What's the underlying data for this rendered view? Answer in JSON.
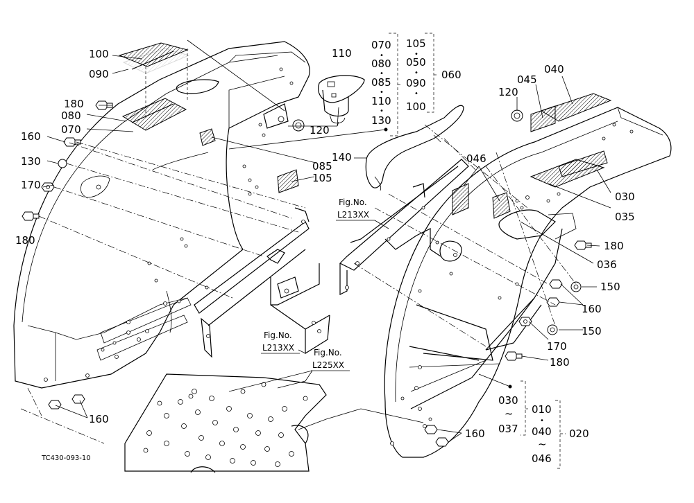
{
  "drawing_code": "TC430-093-10",
  "figure_refs": [
    {
      "prefix": "Fig.No.",
      "number": "L213XX"
    },
    {
      "prefix": "Fig.No.",
      "number": "L213XX"
    },
    {
      "prefix": "Fig.No.",
      "number": "L225XX"
    }
  ],
  "callouts": {
    "c100": "100",
    "c090": "090",
    "c180a": "180",
    "c080": "080",
    "c070": "070",
    "c160a": "160",
    "c130": "130",
    "c170a": "170",
    "c180b": "180",
    "c110": "110",
    "c120a": "120",
    "c085": "085",
    "c105": "105",
    "c140": "140",
    "c046": "046",
    "c120b": "120",
    "c045": "045",
    "c040": "040",
    "c030": "030",
    "c035": "035",
    "c180c": "180",
    "c036": "036",
    "c150a": "150",
    "c160b": "160",
    "c150b": "150",
    "c170b": "170",
    "c180d": "180",
    "c160c": "160",
    "c160d": "160"
  },
  "group_a": {
    "items": [
      "070",
      "080",
      "085",
      "110",
      "130"
    ],
    "sep": "•"
  },
  "group_b": {
    "items": [
      "105",
      "050",
      "090",
      "100"
    ],
    "sep": "•",
    "total": "060"
  },
  "group_c": {
    "from": "030",
    "tilde": "~",
    "to": "037",
    "mid": "010",
    "sep": "•",
    "from2": "040",
    "to2": "046",
    "total": "020"
  }
}
